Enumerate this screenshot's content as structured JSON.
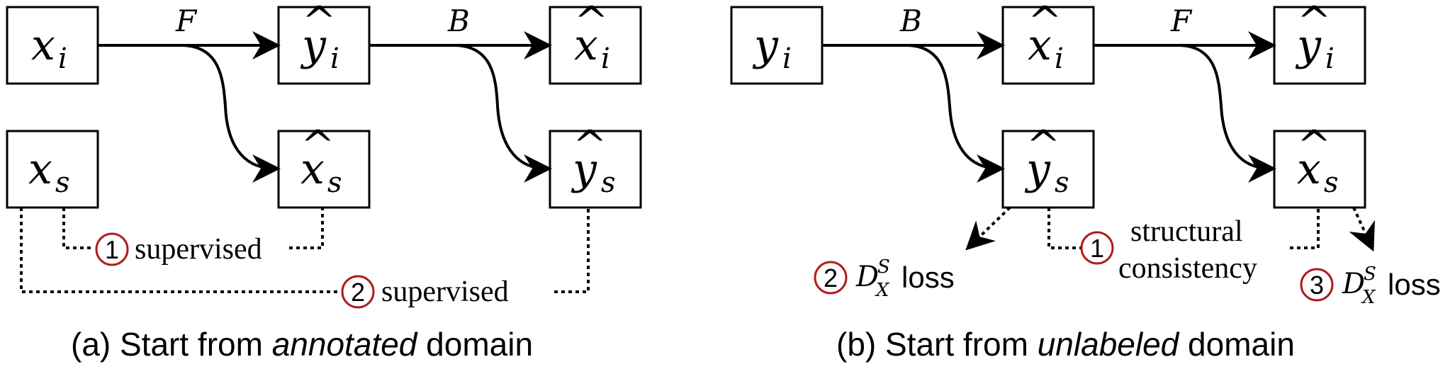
{
  "panel_a": {
    "nodes": {
      "xi": {
        "base": "x",
        "sub": "i",
        "hat": ""
      },
      "yi_hat": {
        "base": "y",
        "sub": "i",
        "hat": "^"
      },
      "xi_hat": {
        "base": "x",
        "sub": "i",
        "hat": "^"
      },
      "xs": {
        "base": "x",
        "sub": "s",
        "hat": ""
      },
      "xs_hat": {
        "base": "x",
        "sub": "s",
        "hat": "^"
      },
      "ys_hat": {
        "base": "y",
        "sub": "s",
        "hat": "^"
      }
    },
    "edge_labels": {
      "first": "F",
      "second": "B"
    },
    "loss1": {
      "number": "1",
      "text": "supervised"
    },
    "loss2": {
      "number": "2",
      "text": "supervised"
    },
    "caption": {
      "prefix": "(a) Start from ",
      "emphasis": "annotated",
      "suffix": " domain"
    }
  },
  "panel_b": {
    "nodes": {
      "yi": {
        "base": "y",
        "sub": "i",
        "hat": ""
      },
      "xi_hat": {
        "base": "x",
        "sub": "i",
        "hat": "^"
      },
      "yi_hat": {
        "base": "y",
        "sub": "i",
        "hat": "^"
      },
      "ys_hat": {
        "base": "y",
        "sub": "s",
        "hat": "^"
      },
      "xs_hat": {
        "base": "x",
        "sub": "s",
        "hat": "^"
      }
    },
    "edge_labels": {
      "first": "B",
      "second": "F"
    },
    "loss1": {
      "number": "1",
      "line1": "structural",
      "line2": "consistency"
    },
    "loss2": {
      "number": "2",
      "D": "D",
      "sup": "S",
      "sub": "X",
      "word": "loss"
    },
    "loss3": {
      "number": "3",
      "D": "D",
      "sup": "S",
      "sub": "X",
      "word": "loss"
    },
    "caption": {
      "prefix": "(b) Start from ",
      "emphasis": "unlabeled",
      "suffix": " domain"
    }
  },
  "colors": {
    "circle_stroke": "#b01c1c",
    "lines": "#000000"
  }
}
